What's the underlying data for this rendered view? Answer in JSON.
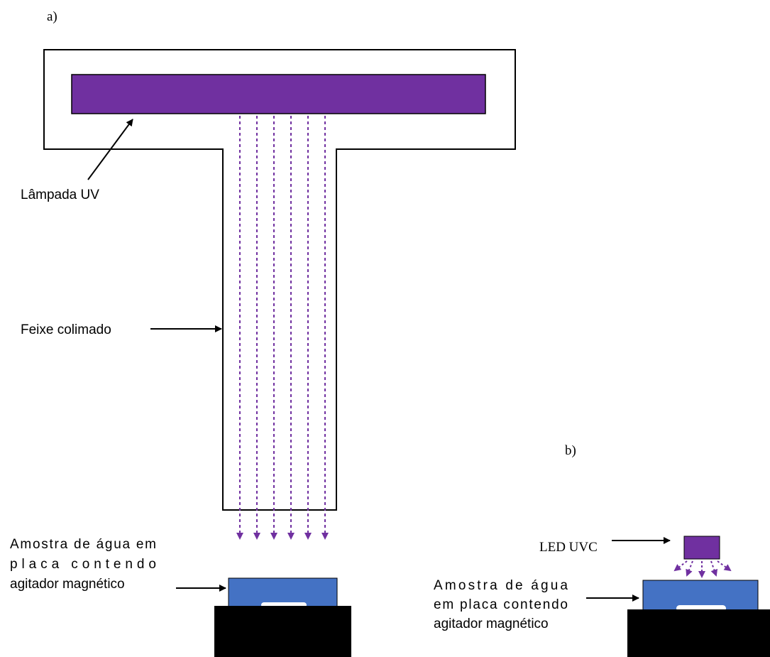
{
  "panel_a": {
    "label": "a)",
    "lamp_label": "Lâmpada UV",
    "beam_label": "Feixe colimado",
    "sample_label_lines": [
      "Amostra de água em",
      "placa contendo",
      "agitador magnético"
    ]
  },
  "panel_b": {
    "label": "b)",
    "led_label": "LED UVC",
    "sample_label_lines": [
      "Amostra de água",
      "em placa contendo",
      "agitador magnético"
    ]
  },
  "colors": {
    "uv_purple": "#7030a0",
    "sample_blue": "#4472c4",
    "base_black": "#000000",
    "stir_bar_white": "#ffffff"
  }
}
